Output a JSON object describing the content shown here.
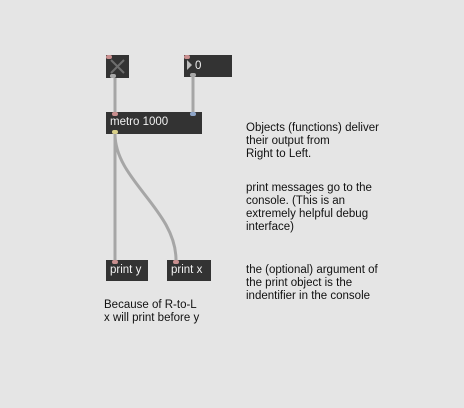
{
  "patcher": {
    "toggle": {
      "icon": "toggle-x-icon",
      "checked": false
    },
    "number_box": {
      "value": "0"
    },
    "metro": {
      "label": "metro 1000"
    },
    "print_y": {
      "label": "print y"
    },
    "print_x": {
      "label": "print x"
    },
    "comments": {
      "order": [
        "Objects (functions) deliver",
        "their output from",
        "Right to Left."
      ],
      "console": [
        "print messages go to the",
        "console. (This is an",
        "extremely helpful debug",
        "interface)"
      ],
      "argument": [
        "the (optional) argument of",
        "the print object is the",
        "indentifier in the console"
      ],
      "rtol": [
        "Because of R-to-L",
        "x will print before y"
      ]
    },
    "colors": {
      "background": "#e5e5e5",
      "object": "#333333",
      "cord": "#a6a6a6",
      "inlet_message": "#c98f8f",
      "inlet_number": "#8fa6c9"
    }
  }
}
